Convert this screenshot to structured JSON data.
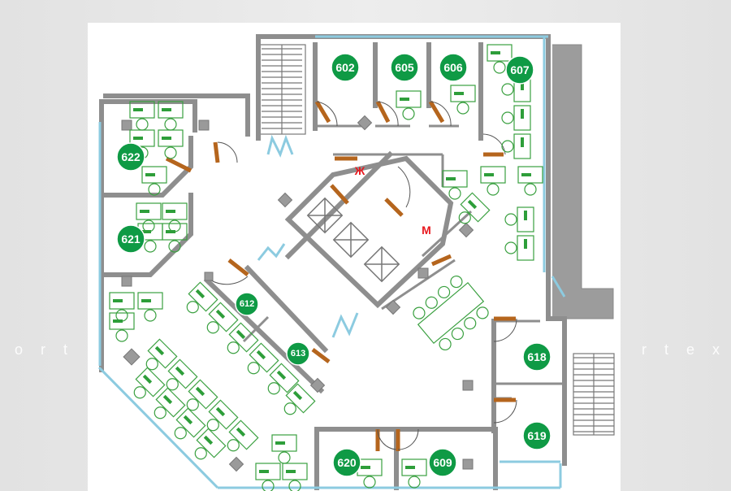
{
  "watermark": {
    "left": "ort",
    "right": "rtex"
  },
  "floor_plan": {
    "rooms": [
      "602",
      "605",
      "606",
      "607",
      "622",
      "621",
      "612",
      "613",
      "618",
      "619",
      "620",
      "609"
    ],
    "markers": {
      "womens_wc": "Ж",
      "mens_wc": "М"
    }
  },
  "colors": {
    "wall": "#8e8e8e",
    "window": "#8ccbe0",
    "door": "#b5651d",
    "badge": "#0f9a45",
    "furniture": "#3aa040",
    "marker": "#e8191f"
  }
}
